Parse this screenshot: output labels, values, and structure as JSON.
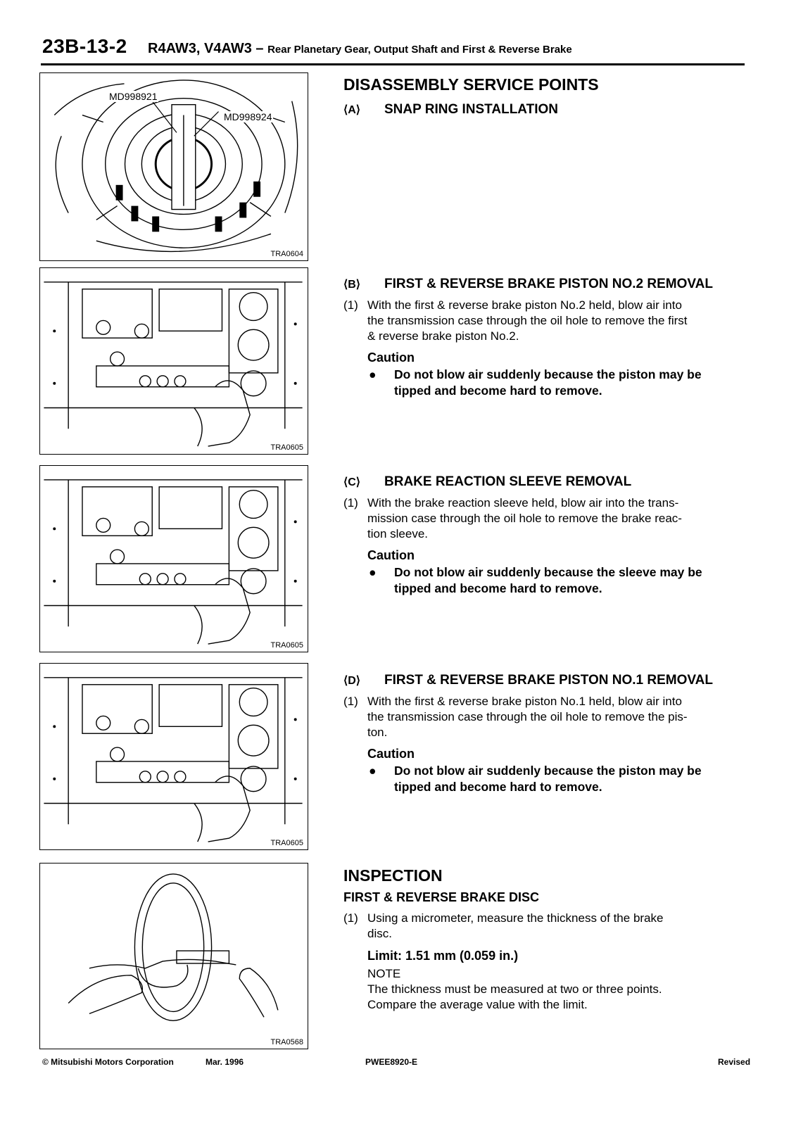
{
  "header": {
    "page_number": "23B-13-2",
    "models": "R4AW3, V4AW3",
    "dash": "–",
    "subtitle": "Rear Planetary Gear, Output Shaft and First & Reverse Brake"
  },
  "figures": [
    {
      "code": "TRA0604",
      "callouts": [
        "MD998921",
        "MD998924"
      ],
      "icon": "snap-ring-tool-illustration"
    },
    {
      "code": "TRA0605",
      "icon": "valve-body-air-blow-illustration"
    },
    {
      "code": "TRA0605",
      "icon": "valve-body-air-blow-illustration"
    },
    {
      "code": "TRA0605",
      "icon": "valve-body-air-blow-illustration"
    },
    {
      "code": "TRA0568",
      "icon": "micrometer-brake-disc-illustration"
    }
  ],
  "content": {
    "disassembly_title": "DISASSEMBLY SERVICE POINTS",
    "sections": [
      {
        "tag": "⟨A⟩",
        "title": "SNAP RING INSTALLATION"
      },
      {
        "tag": "⟨B⟩",
        "title": "FIRST & REVERSE BRAKE PISTON NO.2 REMOVAL",
        "step_no": "(1)",
        "step_lines": [
          "With the first & reverse brake piston No.2 held, blow air into",
          "the transmission case through the oil hole to remove the first",
          "& reverse brake piston No.2."
        ],
        "caution": "Caution",
        "bullet": "●",
        "caution_lines": [
          "Do not blow air suddenly because the piston may be",
          "tipped and become hard to remove."
        ]
      },
      {
        "tag": "⟨C⟩",
        "title": "BRAKE REACTION SLEEVE REMOVAL",
        "step_no": "(1)",
        "step_lines": [
          "With the brake reaction sleeve held, blow air into the trans-",
          "mission case through the oil hole to remove the brake reac-",
          "tion sleeve."
        ],
        "caution": "Caution",
        "bullet": "●",
        "caution_lines": [
          "Do not blow air suddenly because the sleeve may be",
          "tipped and become hard to remove."
        ]
      },
      {
        "tag": "⟨D⟩",
        "title": "FIRST & REVERSE BRAKE PISTON NO.1 REMOVAL",
        "step_no": "(1)",
        "step_lines": [
          "With the first & reverse brake piston No.1 held, blow air into",
          "the transmission case through the oil hole to remove the pis-",
          "ton."
        ],
        "caution": "Caution",
        "bullet": "●",
        "caution_lines": [
          "Do not blow air suddenly because the piston may be",
          "tipped and become hard to remove."
        ]
      }
    ],
    "inspection": {
      "title": "INSPECTION",
      "subtitle": "FIRST & REVERSE BRAKE DISC",
      "step_no": "(1)",
      "step_lines": [
        "Using a micrometer, measure the thickness of the brake",
        "disc."
      ],
      "limit": "Limit: 1.51 mm (0.059 in.)",
      "note_label": "NOTE",
      "note_lines": [
        "The thickness must be measured at two or three points.",
        "Compare the average value with the limit."
      ]
    }
  },
  "footer": {
    "copyright": "© Mitsubishi Motors Corporation",
    "date": "Mar. 1996",
    "doc_code": "PWEE8920-E",
    "status": "Revised"
  }
}
